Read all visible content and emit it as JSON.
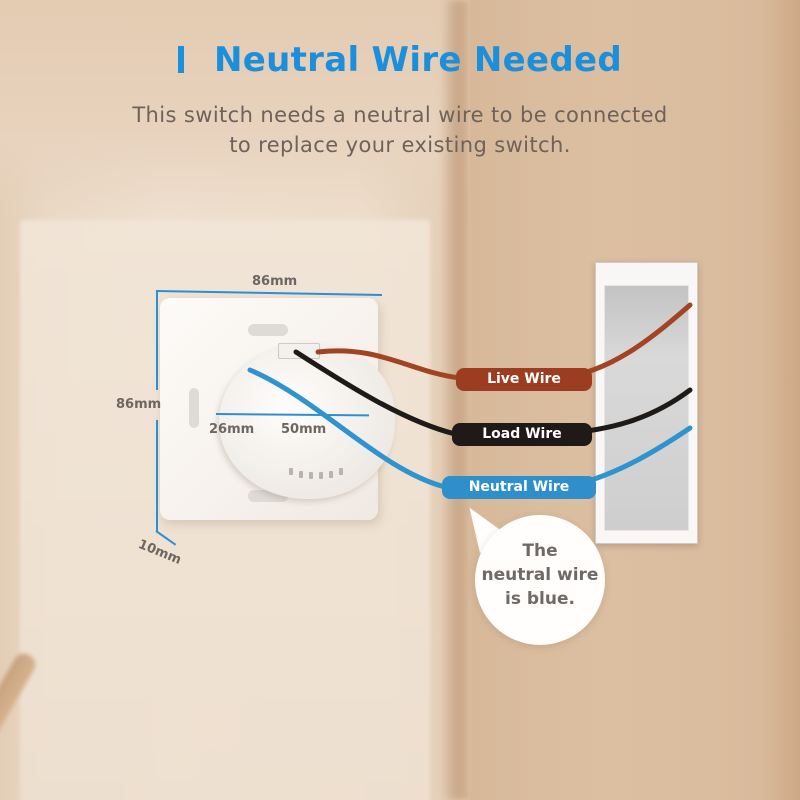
{
  "header": {
    "title": "Neutral Wire Needed",
    "subtitle_line1": "This switch needs a neutral wire to be connected",
    "subtitle_line2": "to replace your existing switch."
  },
  "dimensions": {
    "width": "86mm",
    "height": "86mm",
    "depth": "10mm",
    "module_depth": "26mm",
    "module_diameter": "50mm"
  },
  "wires": [
    {
      "label": "Live Wire",
      "color": "#9c3d21"
    },
    {
      "label": "Load Wire",
      "color": "#1f1a17"
    },
    {
      "label": "Neutral Wire",
      "color": "#2e8fca"
    }
  ],
  "callout": {
    "line1": "The",
    "line2": "neutral wire",
    "line3": "is blue."
  },
  "colors": {
    "accent": "#1c8fdc",
    "dimension_line": "#2b8fd6",
    "text_gray": "#6e625a"
  }
}
